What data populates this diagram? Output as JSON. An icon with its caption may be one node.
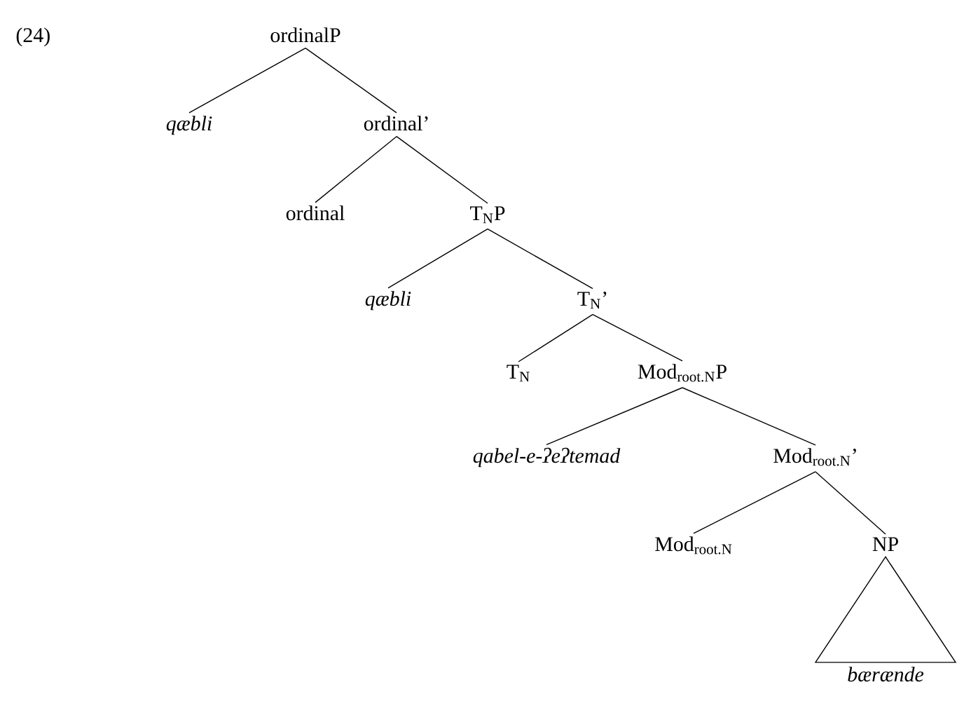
{
  "diagram": {
    "nodes": [
      {
        "text": [
          "ordinalP"
        ]
      },
      {
        "text": [
          "qæbli"
        ]
      },
      {
        "text": [
          "ordinal’"
        ]
      },
      {
        "text": [
          "ordinal"
        ]
      },
      {
        "text": [
          "T$_{N}$P"
        ]
      },
      {
        "text": [
          "qæbli"
        ]
      },
      {
        "text": [
          "T$_{N}$’"
        ]
      },
      {
        "text": [
          "T$_{N}$"
        ]
      },
      {
        "text": [
          "Mod$_{root.N}$P"
        ]
      },
      {
        "text": [
          "qabel-e-ʔeʔtemad"
        ]
      },
      {
        "text": [
          "Mod$_{root.N}$’"
        ]
      },
      {
        "text": [
          "Mod$_{root.N}$"
        ]
      },
      {
        "text": [
          "NP"
        ]
      },
      {
        "text": [
          "bærænde"
        ]
      }
    ],
    "edges": [
      {
        "from": 0,
        "to": 1,
        "arrow": "none"
      },
      {
        "from": 0,
        "to": 2,
        "arrow": "none"
      },
      {
        "from": 2,
        "to": 3,
        "arrow": "none"
      },
      {
        "from": 2,
        "to": 4,
        "arrow": "none"
      },
      {
        "from": 4,
        "to": 5,
        "arrow": "none"
      },
      {
        "from": 4,
        "to": 6,
        "arrow": "none"
      },
      {
        "from": 6,
        "to": 7,
        "arrow": "none"
      },
      {
        "from": 6,
        "to": 8,
        "arrow": "none"
      },
      {
        "from": 8,
        "to": 9,
        "arrow": "none"
      },
      {
        "from": 8,
        "to": 10,
        "arrow": "none"
      },
      {
        "from": 10,
        "to": 11,
        "arrow": "none"
      },
      {
        "from": 10,
        "to": 12,
        "arrow": "none"
      },
      {
        "from": 12,
        "to": 13,
        "arrow": "none"
      }
    ],
    "labels": [
      "(24)"
    ]
  }
}
